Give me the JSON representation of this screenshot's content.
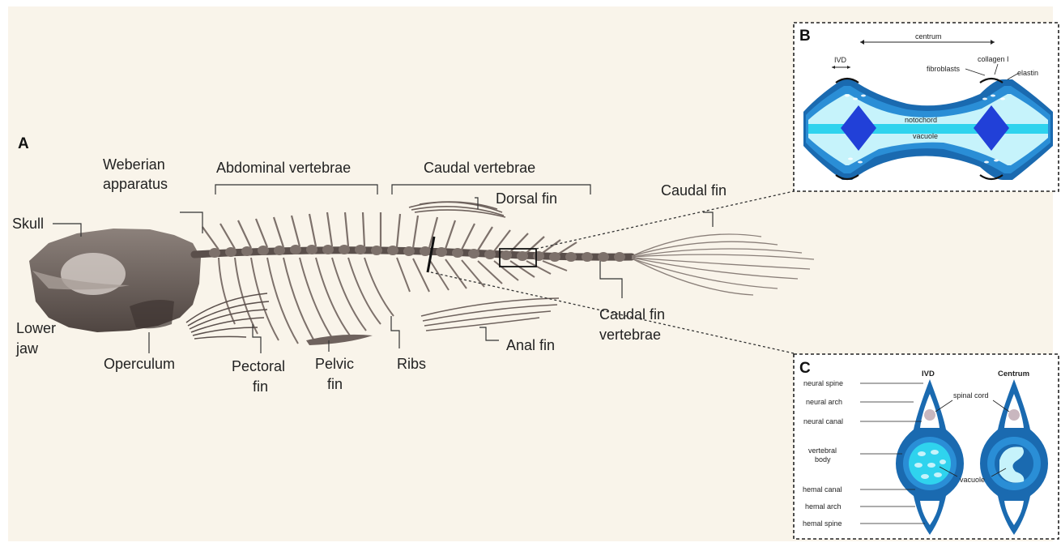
{
  "panel_a": {
    "panel_label": "A",
    "labels": {
      "skull": "Skull",
      "weberian_1": "Weberian",
      "weberian_2": "apparatus",
      "abdominal_vertebrae": "Abdominal vertebrae",
      "caudal_vertebrae": "Caudal vertebrae",
      "dorsal_fin": "Dorsal fin",
      "caudal_fin": "Caudal fin",
      "lower_jaw_1": "Lower",
      "lower_jaw_2": "jaw",
      "operculum": "Operculum",
      "pectoral_1": "Pectoral",
      "pectoral_2": "fin",
      "pelvic_1": "Pelvic",
      "pelvic_2": "fin",
      "ribs": "Ribs",
      "anal_fin": "Anal fin",
      "caudal_fin_vert_1": "Caudal fin",
      "caudal_fin_vert_2": "vertebrae"
    }
  },
  "panel_b": {
    "panel_label": "B",
    "labels": {
      "centrum": "centrum",
      "ivd": "IVD",
      "collagen": "collagen I",
      "fibroblasts": "fibroblasts",
      "elastin": "elastin",
      "notochord": "notochord",
      "vacuole": "vacuole"
    }
  },
  "panel_c": {
    "panel_label": "C",
    "column_titles": {
      "ivd": "IVD",
      "centrum": "Centrum"
    },
    "labels": {
      "neural_spine": "neural spine",
      "neural_arch": "neural arch",
      "neural_canal": "neural canal",
      "vertebral_body_1": "vertebral",
      "vertebral_body_2": "body",
      "hemal_canal": "hemal canal",
      "hemal_arch": "hemal arch",
      "hemal_spine": "hemal spine",
      "spinal_cord": "spinal cord",
      "vacuole": "vacuole"
    }
  },
  "colors": {
    "background": "#f9f4ea",
    "bone": "#7d716b",
    "bone_dark": "#4a413d",
    "blue_dark": "#1a6ab0",
    "blue_mid": "#2a8ed6",
    "cyan": "#2fd3ee",
    "cyan_light": "#c6f3fb",
    "notochord_core": "#2140d8"
  }
}
